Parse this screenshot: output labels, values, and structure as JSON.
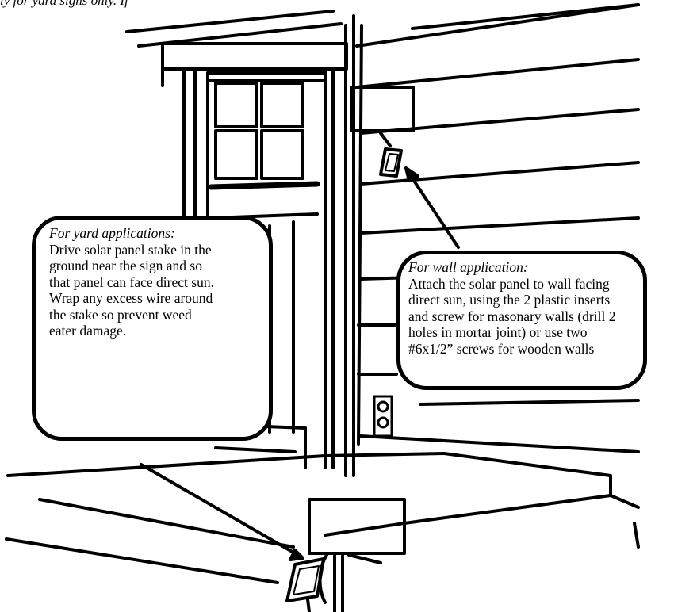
{
  "header": {
    "cut_off_text": "ly for yard signs only. If"
  },
  "yard_callout": {
    "title": "For yard applications:",
    "lines": [
      "Drive  solar panel stake in the",
      "ground near the sign and so",
      "that panel can face direct sun.",
      "Wrap any excess wire around",
      "the stake so prevent  weed",
      "eater damage."
    ]
  },
  "wall_callout": {
    "title": "For wall application:",
    "lines": [
      "Attach the solar panel to wall facing",
      "direct sun, using the 2 plastic inserts",
      "and screw for masonary walls (drill 2",
      "holes in mortar joint) or use two",
      "#6x1/2” screws for wooden walls"
    ]
  }
}
